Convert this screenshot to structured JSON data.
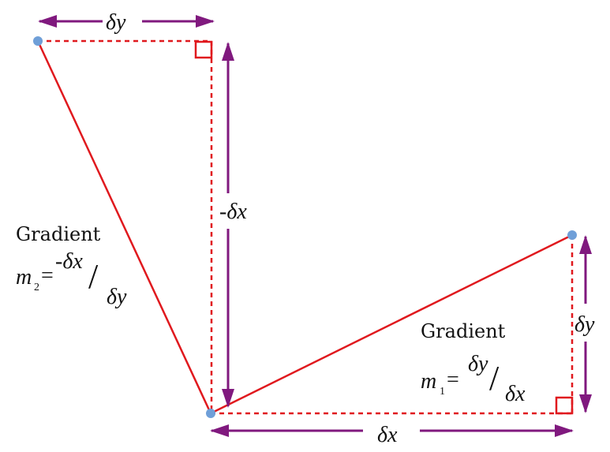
{
  "colors": {
    "line": "#e0191e",
    "arrow": "#80197e",
    "point": "#6f9fd8",
    "text": "#111111"
  },
  "labels": {
    "top_width": "δy",
    "left_height": "-δx",
    "right_height": "δy",
    "bottom_width": "δx"
  },
  "gradient2": {
    "title": "Gradient",
    "symbol": "m",
    "subscript": "2",
    "equals": "=",
    "numerator": "-δx",
    "slash": "/",
    "denominator": "δy"
  },
  "gradient1": {
    "title": "Gradient",
    "symbol": "m",
    "subscript": "1",
    "equals": "=",
    "numerator": "δy",
    "slash": "/",
    "denominator": "δx"
  }
}
